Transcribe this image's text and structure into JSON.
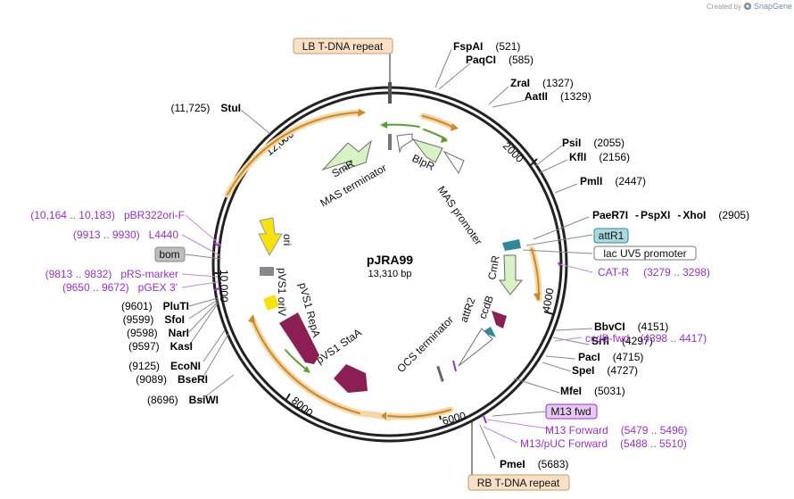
{
  "credit": {
    "prefix": "Created by",
    "brand": "SnapGene"
  },
  "plasmid": {
    "name": "pJRA99",
    "length": "13,310 bp"
  },
  "colors": {
    "orange": "#f2a73d",
    "green": "#5aa02c",
    "maroon": "#8b1f54",
    "yellow": "#f7e210",
    "teal": "#2d8a9a",
    "purple": "#9a2fd0",
    "feature_label_bg": "#fbe0c8"
  },
  "ticks": [
    "2000",
    "4000",
    "6000",
    "8000",
    "10,000",
    "12,000"
  ],
  "boxed_labels": {
    "lb_repeat": "LB T-DNA repeat",
    "rb_repeat": "RB T-DNA repeat",
    "m13fwd": "M13 fwd",
    "attr1": "attR1",
    "lacuv5": "lac UV5 promoter",
    "bom": "bom"
  },
  "features": {
    "smr": "SmR",
    "blpr": "BlpR",
    "mas_term": "MAS terminator",
    "mas_prom": "MAS promoter",
    "ori": "ori",
    "cmr": "CmR",
    "pvs1_orfv": "pVS1 oriV",
    "pvs1_repa": "pVS1 RepA",
    "pvs1_staa": "pVS1 StaA",
    "attr2": "attR2",
    "ccdb": "ccdB",
    "ocs_term": "OCS terminator"
  },
  "enzymes": [
    {
      "name": "FspAI",
      "pos": "(521)"
    },
    {
      "name": "PaqCI",
      "pos": "(585)"
    },
    {
      "name": "ZraI",
      "pos": "(1327)"
    },
    {
      "name": "AatII",
      "pos": "(1329)"
    },
    {
      "name": "PsiI",
      "pos": "(2055)"
    },
    {
      "name": "KflI",
      "pos": "(2156)"
    },
    {
      "name": "PmlI",
      "pos": "(2447)"
    },
    {
      "name": "PaeR7I",
      "pos": "(2905)"
    },
    {
      "name": "BbvCI",
      "pos": "(4151)"
    },
    {
      "name": "SrfI",
      "pos": "(4297)"
    },
    {
      "name": "PacI",
      "pos": "(4715)"
    },
    {
      "name": "SpeI",
      "pos": "(4727)"
    },
    {
      "name": "MfeI",
      "pos": "(5031)"
    },
    {
      "name": "PmeI",
      "pos": "(5683)"
    },
    {
      "name": "StuI",
      "pos": "(11,725)"
    },
    {
      "name": "PluTI",
      "pos": "(9601)"
    },
    {
      "name": "SfoI",
      "pos": "(9599)"
    },
    {
      "name": "NarI",
      "pos": "(9598)"
    },
    {
      "name": "KasI",
      "pos": "(9597)"
    },
    {
      "name": "EcoNI",
      "pos": "(9125)"
    },
    {
      "name": "BseRI",
      "pos": "(9089)"
    },
    {
      "name": "BsiWI",
      "pos": "(8696)"
    }
  ],
  "paer_extra": {
    "a": "PspXI",
    "b": "XhoI",
    "dash": "-"
  },
  "primers": [
    {
      "name": "pBR322ori-F",
      "pos": "(10,164 .. 10,183)"
    },
    {
      "name": "L4440",
      "pos": "(9913 .. 9930)"
    },
    {
      "name": "pRS-marker",
      "pos": "(9813 .. 9832)"
    },
    {
      "name": "pGEX 3'",
      "pos": "(9650 .. 9672)"
    },
    {
      "name": "CAT-R",
      "pos": "(3279 .. 3298)"
    },
    {
      "name": "ccdB-fwd",
      "pos": "(4398 .. 4417)"
    },
    {
      "name": "M13 Forward",
      "pos": "(5479 .. 5496)"
    },
    {
      "name": "M13/pUC Forward",
      "pos": "(5488 .. 5510)"
    }
  ]
}
